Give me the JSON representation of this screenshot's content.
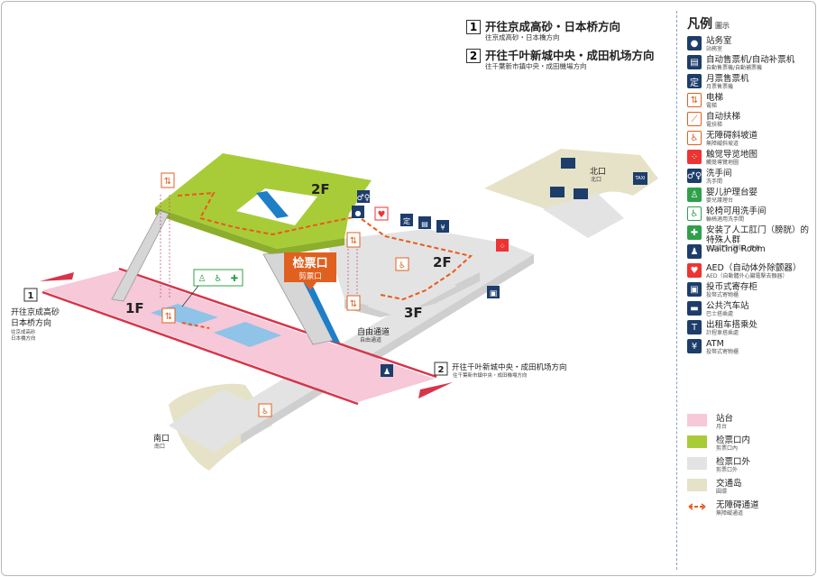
{
  "directions": [
    {
      "num": "1",
      "zh": "开往京成高砂・日本桥方向",
      "tw": "往京成高砂・日本橋方向"
    },
    {
      "num": "2",
      "zh": "开往千叶新城中央・成田机场方向",
      "tw": "往千葉新市鎮中央・成田機場方向"
    }
  ],
  "map": {
    "floor_2f_upper": "2F",
    "floor_2f": "2F",
    "floor_1f": "1F",
    "floor_3f": "3F",
    "ticket_gate_zh": "检票口",
    "ticket_gate_tw": "剪票口",
    "north_exit_zh": "北口",
    "north_exit_tw": "北口",
    "south_exit_zh": "南口",
    "south_exit_tw": "南口",
    "free_passage_zh": "自由通道",
    "free_passage_tw": "自由通道",
    "platform_dir1_num": "1",
    "platform_dir1_zh1": "开往京成高砂",
    "platform_dir1_zh2": "日本桥方向",
    "platform_dir1_tw1": "往京成高砂",
    "platform_dir1_tw2": "日本橋方向",
    "platform_dir2_num": "2",
    "platform_dir2_zh": "开往千叶新城中央・成田机场方向",
    "platform_dir2_tw": "往千葉新市鎮中央・成田機場方向",
    "taxi_label": "TAXI"
  },
  "legend": {
    "title": "凡例",
    "title_sub": "圖示",
    "items": [
      {
        "icon": "station-office-icon",
        "style": "navy",
        "glyph": "●",
        "zh": "站务室",
        "tw": "站務室"
      },
      {
        "icon": "ticket-machine-icon",
        "style": "navy",
        "glyph": "▤",
        "zh": "自动售票机/自动补票机",
        "tw": "自動售票機/自動補票機"
      },
      {
        "icon": "pass-ticket-icon",
        "style": "navy",
        "glyph": "定",
        "zh": "月票售票机",
        "tw": "月票售票機"
      },
      {
        "icon": "elevator-icon",
        "style": "orange",
        "glyph": "⇅",
        "zh": "电梯",
        "tw": "電梯"
      },
      {
        "icon": "escalator-icon",
        "style": "orange",
        "glyph": "⟋",
        "zh": "自动扶梯",
        "tw": "電扶梯"
      },
      {
        "icon": "slope-icon",
        "style": "orange",
        "glyph": "♿",
        "zh": "无障碍斜坡道",
        "tw": "無障礙斜坡道"
      },
      {
        "icon": "tactile-map-icon",
        "style": "red",
        "glyph": "⁘",
        "zh": "触觉导览地图",
        "tw": "觸覺導覽地圖"
      },
      {
        "icon": "toilet-icon",
        "style": "navy",
        "glyph": "♂♀",
        "zh": "洗手间",
        "tw": "洗手間"
      },
      {
        "icon": "baby-icon",
        "style": "green",
        "glyph": "♙",
        "zh": "婴儿护理台婴",
        "tw": "嬰兒護理台"
      },
      {
        "icon": "wheelchair-toilet-icon",
        "style": "wheel",
        "glyph": "♿",
        "zh": "轮椅可用洗手间",
        "tw": "輪椅適用洗手間"
      },
      {
        "icon": "ostomate-icon",
        "style": "green",
        "glyph": "✚",
        "zh": "安装了人工肛门（膀胱）的特殊人群",
        "tw": "人工肛門（膀胱）患者"
      },
      {
        "icon": "waiting-room-icon",
        "style": "navy",
        "glyph": "♟",
        "zh": "Waiting Room",
        "tw": ""
      },
      {
        "icon": "aed-icon",
        "style": "red",
        "glyph": "♥",
        "zh": "AED（自动体外除颤器）",
        "tw": "AED（自動體外心臟電擊去顫器）"
      },
      {
        "icon": "locker-icon",
        "style": "navy",
        "glyph": "▣",
        "zh": "投币式寄存柜",
        "tw": "投幣式寄物櫃"
      },
      {
        "icon": "bus-icon",
        "style": "navy",
        "glyph": "▬",
        "zh": "公共汽车站",
        "tw": "巴士搭乘處"
      },
      {
        "icon": "taxi-icon",
        "style": "navy",
        "glyph": "T",
        "zh": "出租车搭乘处",
        "tw": "計程車搭乘處"
      },
      {
        "icon": "atm-icon",
        "style": "navy",
        "glyph": "¥",
        "zh": "ATM",
        "tw": "投幣式寄物櫃"
      }
    ],
    "swatches": [
      {
        "color": "#f6c8d8",
        "zh": "站台",
        "tw": "月台"
      },
      {
        "color": "#a8cc38",
        "zh": "检票口内",
        "tw": "剪票口內"
      },
      {
        "color": "#e3e3e3",
        "zh": "检票口外",
        "tw": "剪票口外"
      },
      {
        "color": "#e6e2c8",
        "zh": "交通岛",
        "tw": "圓環"
      }
    ],
    "barrier_free": {
      "zh": "无障碍通道",
      "tw": "無障礙通道"
    }
  },
  "colors": {
    "platform": "#f6c8d8",
    "inside_gate": "#a8cc38",
    "outside_gate": "#e3e3e3",
    "traffic_island": "#e6e2c8",
    "route": "#e85a1c",
    "track_red": "#d8334a",
    "gate_orange": "#e06020",
    "stair_blue": "#1e7fc8"
  }
}
